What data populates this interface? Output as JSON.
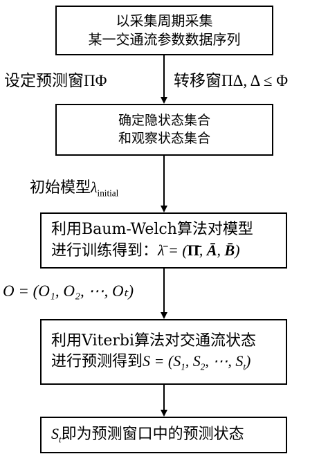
{
  "steps": [
    {
      "line1": "以采集周期采集",
      "line2": "某一交通流参数数据序列"
    },
    {
      "line1": "确定隐状态集合",
      "line2": "和观察状态集合"
    },
    {
      "line1": "利用Baum-Welch算法对模型",
      "line2_prefix": "进行训练得到："
    },
    {
      "line1": "利用Viterbi算法对交通流状态",
      "line2_prefix": "进行预测得到"
    },
    {
      "line1_suffix": "即为预测窗口中的预测状态"
    }
  ],
  "labels": {
    "set_window": "设定预测窗",
    "set_window_math": "ΠΦ",
    "shift_window": "转移窗",
    "shift_window_math": "ΠΔ, Δ ≤ Φ",
    "initial_model": "初始模型",
    "initial_model_sub": "initial",
    "observation_seq": "O = (O₁, O₂, ⋯, Oₜ)"
  }
}
